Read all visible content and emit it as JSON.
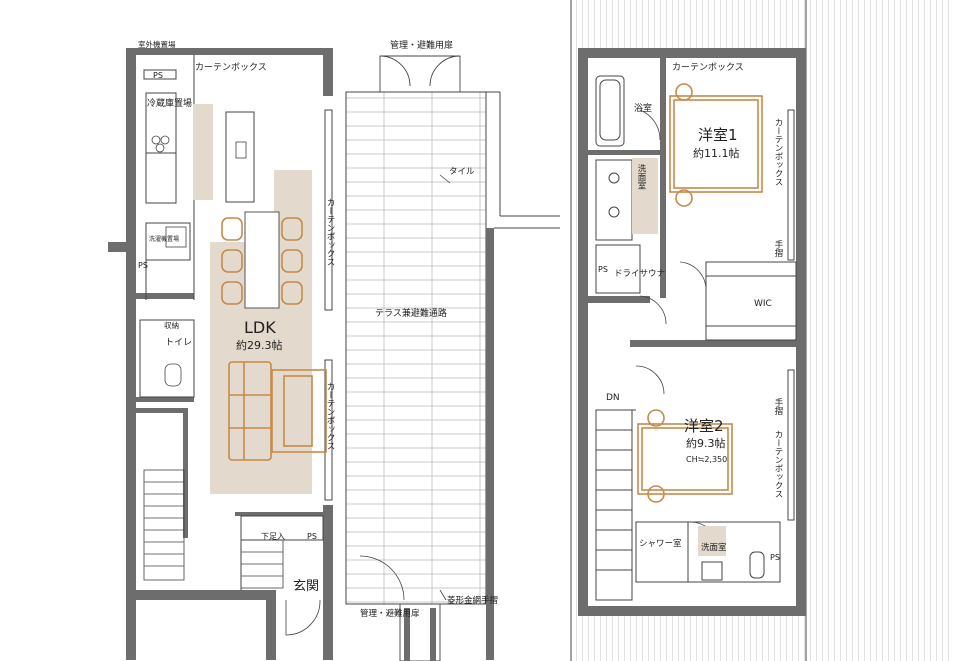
{
  "left_floor": {
    "outdoor_unit": "室外機置場",
    "ps_top": "PS",
    "curtain_box_top": "カーテンボックス",
    "fridge": "冷蔵庫置場",
    "washer": "洗濯機置場",
    "ps_left": "PS",
    "storage": "収納",
    "toilet": "トイレ",
    "ldk": "LDK",
    "ldk_area": "約29.3帖",
    "curtain_box_mid": "カーテンボックス",
    "curtain_box_low": "カーテンボックス",
    "shoe_box": "下足入",
    "ps_entry": "PS",
    "entrance": "玄関"
  },
  "terrace": {
    "mgmt_door_top": "管理・避難用扉",
    "tile": "タイル",
    "terrace_route": "テラス兼避難通路",
    "mgmt_door_bottom": "管理・避難用扉",
    "handrail": "菱形金網手摺"
  },
  "right_floor": {
    "curtain_box_top": "カーテンボックス",
    "bath": "浴室",
    "washroom1": "洗面室",
    "bedroom1": "洋室1",
    "bedroom1_area": "約11.1帖",
    "curtain_box_r1": "カーテンボックス",
    "handrail1": "手摺",
    "ps_right": "PS",
    "dry_sauna": "ドライサウナ",
    "wic": "WIC",
    "dn": "DN",
    "bedroom2": "洋室2",
    "bedroom2_area": "約9.3帖",
    "ceiling_height": "CH≒2,350",
    "handrail2": "手摺",
    "curtain_box_r2": "カーテンボックス",
    "shower": "シャワー室",
    "washroom2": "洗面室",
    "ps_bottom": "PS"
  },
  "colors": {
    "wall": "#6d6d6d",
    "rug": "#e3d9cc",
    "furniture": "#c68a4a",
    "line": "#444444"
  }
}
